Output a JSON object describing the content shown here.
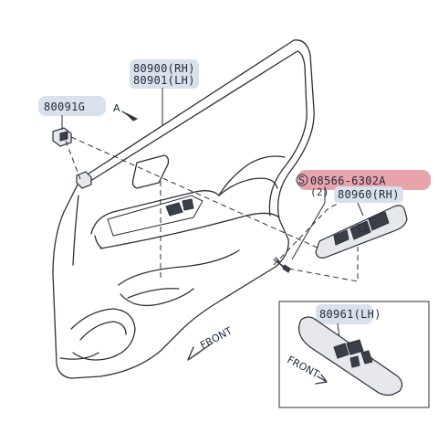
{
  "callouts": {
    "trim_rh": "80900(RH)",
    "trim_lh": "80901(LH)",
    "clip": "80091G",
    "view": "A",
    "screw": "08566-6302A",
    "screw_qty": "(2)",
    "switch_rh": "80960(RH)",
    "switch_lh": "80961(LH)",
    "screw_symbol": "S"
  },
  "direction": {
    "main": "FRONT",
    "inset": "FRONT"
  },
  "colors": {
    "highlight_blue": "#d9e1ec",
    "highlight_red": "#e9a3aa",
    "line": "#2a2f38"
  }
}
